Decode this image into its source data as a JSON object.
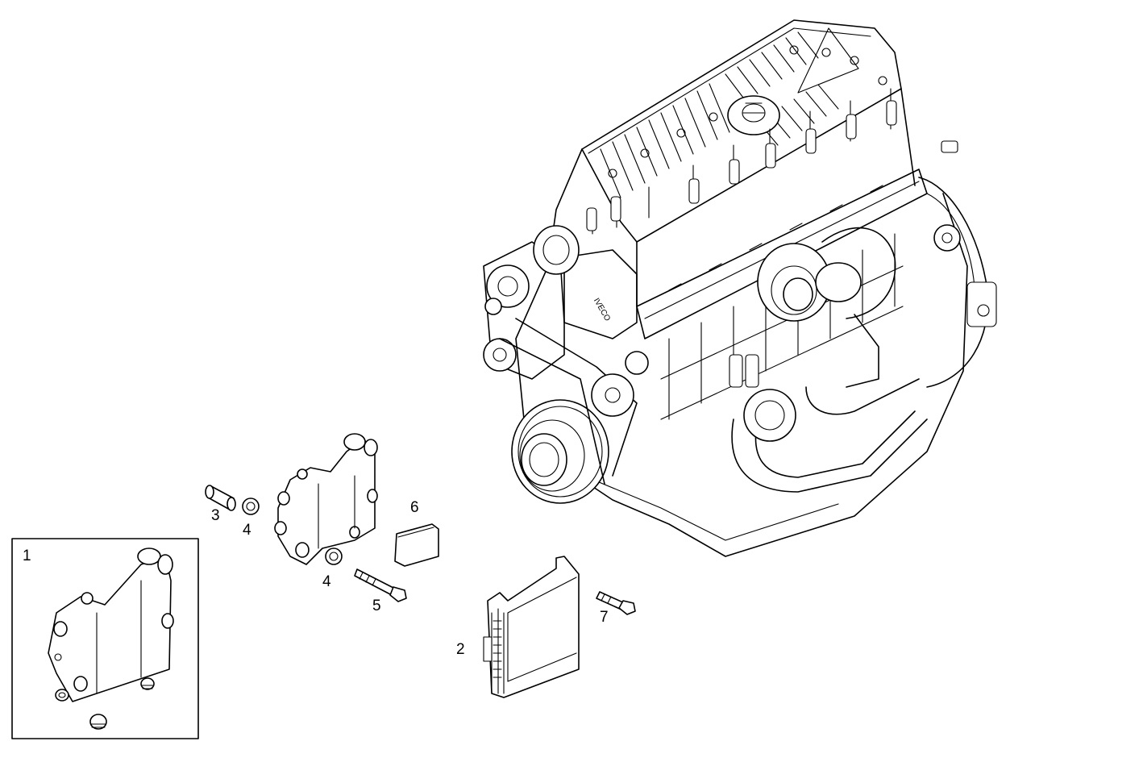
{
  "engine_brand": "IVECO",
  "callouts": {
    "c1": "1",
    "c2": "2",
    "c3": "3",
    "c4a": "4",
    "c4b": "4",
    "c5": "5",
    "c6": "6",
    "c7": "7"
  }
}
